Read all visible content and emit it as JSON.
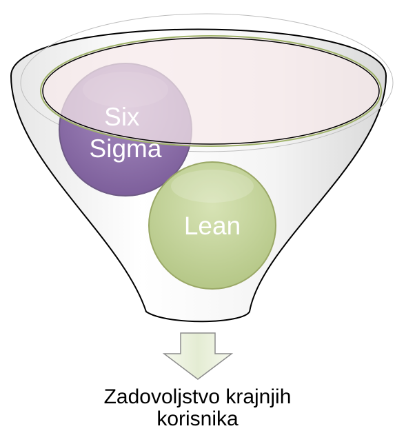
{
  "funnel": {
    "items": [
      {
        "label_lines": [
          "Six",
          "Sigma"
        ],
        "color": "#8e72a8"
      },
      {
        "label_lines": [
          "Lean"
        ],
        "color": "#c3d29a"
      }
    ],
    "opening_color": "#f6e9ea",
    "arrow_color": "#e4ecd3"
  },
  "result": {
    "line1": "Zadovoljstvo krajnjih",
    "line2": "korisnika"
  }
}
